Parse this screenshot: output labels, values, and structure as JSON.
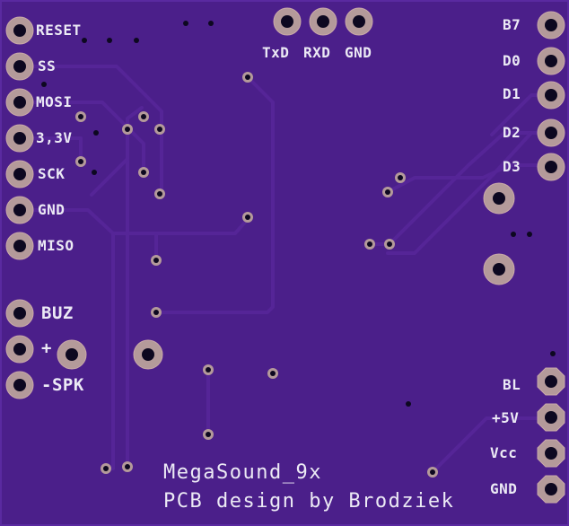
{
  "board": {
    "left_pins": [
      "RESET",
      "SS",
      "MOSI",
      "3,3V",
      "SCK",
      "GND",
      "MISO"
    ],
    "audio_pins": [
      "BUZ",
      "+",
      "-SPK"
    ],
    "top_pins": [
      "TxD",
      "RXD",
      "GND"
    ],
    "right_pins": [
      "B7",
      "D0",
      "D1",
      "D2",
      "D3"
    ],
    "power_pins": [
      "BL",
      "+5V",
      "Vcc",
      "GND"
    ],
    "title": "MegaSound_9x",
    "credit": "PCB design by Brodziek"
  },
  "colors": {
    "board": "#4b1f8a",
    "trace": "#552597",
    "pad": "#b49a9a",
    "text": "#eceaf5"
  }
}
